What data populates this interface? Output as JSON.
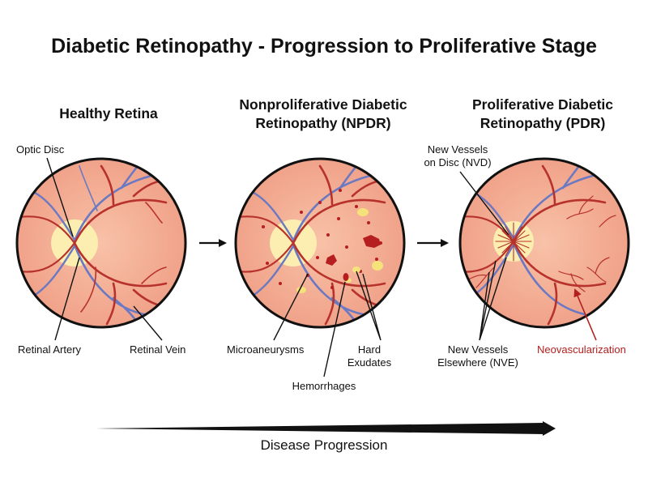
{
  "title": "Diabetic Retinopathy - Progression to Proliferative Stage",
  "panels": [
    {
      "heading_lines": [
        "Healthy Retina"
      ]
    },
    {
      "heading_lines": [
        "Nonproliferative Diabetic",
        "Retinopathy (NPDR)"
      ]
    },
    {
      "heading_lines": [
        "Proliferative Diabetic",
        "Retinopathy (PDR)"
      ]
    }
  ],
  "labels": {
    "optic_disc": "Optic Disc",
    "retinal_artery": "Retinal Artery",
    "retinal_vein": "Retinal Vein",
    "microaneurysms": "Microaneurysms",
    "hard_exudates": [
      "Hard",
      "Exudates"
    ],
    "hemorrhages": "Hemorrhages",
    "nvd": [
      "New Vessels",
      "on Disc (NVD)"
    ],
    "nve": [
      "New Vessels",
      "Elsewhere (NVE)"
    ],
    "neovascularization": "Neovascularization"
  },
  "footer": {
    "progression": "Disease Progression"
  },
  "colors": {
    "retina_fill": "#f6b49a",
    "retina_rim": "#111111",
    "optic_disc": "#fbeeb0",
    "artery": "#b8322c",
    "vein": "#6b78c2",
    "exudate": "#f5e27a",
    "hemorrhage": "#b51f1f",
    "neovascularization_label": "#b3201d"
  }
}
